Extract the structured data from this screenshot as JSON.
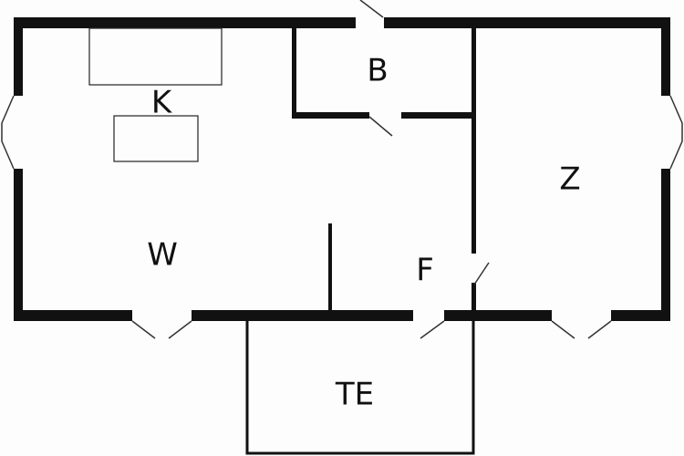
{
  "title": "Floor plan",
  "colors": {
    "wall": "#111111",
    "background": "#fdfdfd"
  },
  "rooms": {
    "kitchen": "K",
    "bathroom": "B",
    "bedroom": "Z",
    "living": "W",
    "hall": "F",
    "terrace": "TE"
  }
}
